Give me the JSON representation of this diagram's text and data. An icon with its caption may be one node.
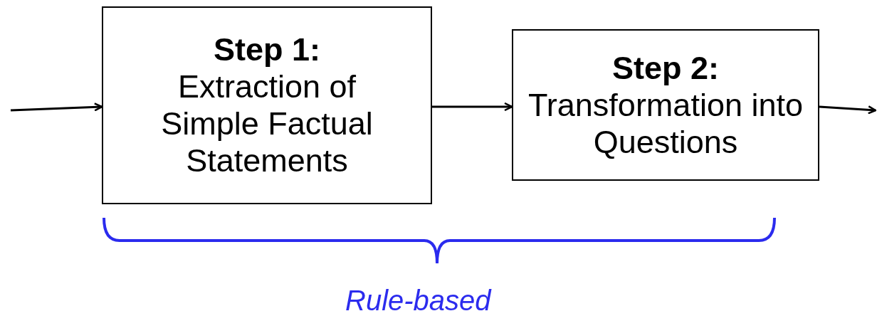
{
  "diagram": {
    "nodes": [
      {
        "text": [
          "Step 1:",
          "Extraction of Simple Factual Statements"
        ]
      },
      {
        "text": [
          "Step 2:",
          "Transformation into Questions"
        ]
      }
    ],
    "edges": [
      {
        "from": null,
        "to": 0,
        "arrow": "to"
      },
      {
        "from": 0,
        "to": 1,
        "arrow": "to"
      },
      {
        "from": 1,
        "to": null,
        "arrow": "to"
      }
    ],
    "labels": [
      "Rule-based"
    ]
  }
}
